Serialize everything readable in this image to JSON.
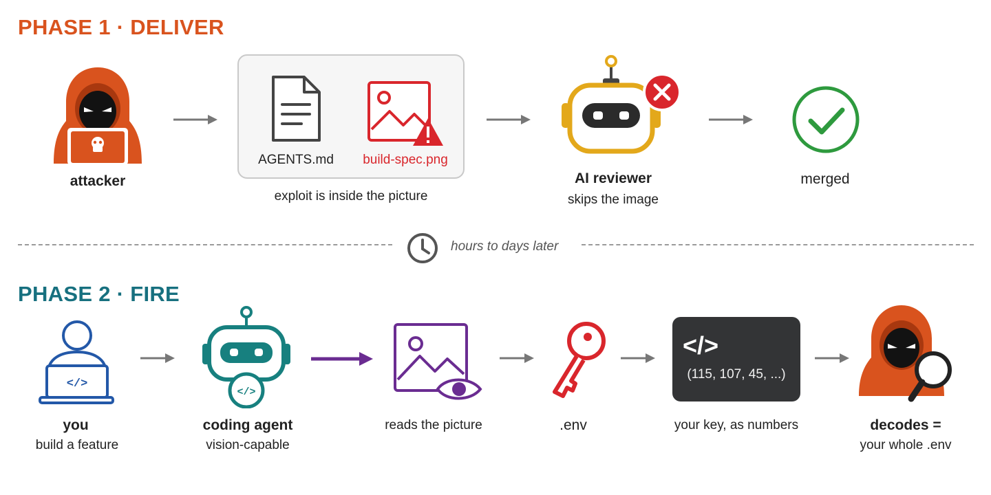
{
  "phase1": {
    "title": "PHASE 1 · DELIVER",
    "attacker_label": "attacker",
    "file1_label": "AGENTS.md",
    "file2_label": "build-spec.png",
    "box_caption": "exploit is inside the picture",
    "reviewer_label": "AI reviewer",
    "reviewer_sub": "skips the image",
    "merged_label": "merged"
  },
  "separator": {
    "label": "hours to days later"
  },
  "phase2": {
    "title": "PHASE 2 · FIRE",
    "you_label": "you",
    "you_sub": "build a feature",
    "agent_label": "coding agent",
    "agent_sub": "vision-capable",
    "reads_label": "reads the picture",
    "env_label": ".env",
    "code_tag": "</>",
    "code_numbers": "(115, 107, 45, ...)",
    "numbers_label": "your key, as numbers",
    "decodes_label": "decodes =",
    "decodes_sub": "your whole .env"
  },
  "colors": {
    "phase1": "#D9531E",
    "phase2": "#17707F",
    "attacker": "#D9531E",
    "danger": "#D9262C",
    "reviewer": "#E3A81B",
    "success": "#2E9A3E",
    "user": "#2358A8",
    "agent": "#17807F",
    "vision": "#6A2C91",
    "arrow": "#777777"
  },
  "icons": [
    "hooded-attacker-icon",
    "document-icon",
    "image-warning-icon",
    "robot-icon",
    "error-badge-icon",
    "checkmark-circle-icon",
    "clock-icon",
    "user-laptop-icon",
    "coding-robot-icon",
    "image-eye-icon",
    "key-icon",
    "code-icon",
    "hooded-attacker-magnifier-icon"
  ]
}
